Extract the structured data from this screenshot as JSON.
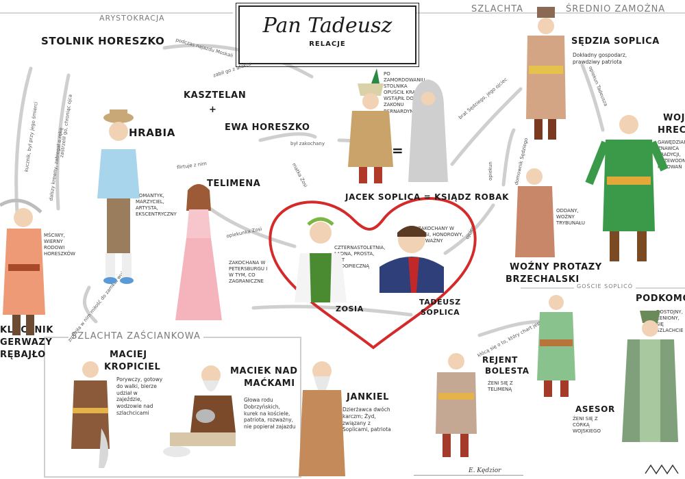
{
  "title": {
    "main": "Pan Tadeusz",
    "sub": "RELACJE"
  },
  "sections": {
    "arystokracja": "Arystokracja",
    "szlachta": "Szlachta",
    "srednio": "Średnio zamożna",
    "zasciankowa": "Szlachta zaściankowa",
    "goscie": "Goście Soplicó"
  },
  "characters": {
    "stolnik": {
      "name": "Stolnik Horeszko"
    },
    "kasztelan": {
      "name": "Kasztelan",
      "plus": "+",
      "name2": "Ewa Horeszko"
    },
    "hrabia": {
      "name": "Hrabia",
      "note": "Romantyk, marzyciel, artysta, ekscentryczny"
    },
    "telimena": {
      "name": "Telimena",
      "note": "Zakochana w Petersburgu i w tym, co zagraniczne"
    },
    "gerwazy": {
      "name_l1": "Klucznik",
      "name_l2": "Gerwazy",
      "name_l3": "Rębajło",
      "note": "Mściwy, wierny rodowi Horeszków"
    },
    "jacek": {
      "name": "Jacek Soplica = Ksiądz Robak",
      "eq": "=",
      "note": "Po zamordowaniu Stolnika opuścił kraj i wstąpił do zakonu Bernardynów"
    },
    "zosia": {
      "name": "Zosia",
      "note": "Czternastoletnia, ładna, prosta, jest podopieczną"
    },
    "tadeusz": {
      "name_l1": "Tadeusz",
      "name_l2": "Soplica",
      "note": "Zakochany w Zosi, honorowy, odważny"
    },
    "sedzia": {
      "name": "Sędzia Soplica",
      "note": "Dokładny gospodarz, prawdziwy patriota"
    },
    "wojski": {
      "name_l1": "Wojs",
      "name_l2": "Hrecz",
      "note": "Gawędziarz, znawca tradycji, przewodnik polowań"
    },
    "wozny": {
      "name_l1": "Woźny Protazy",
      "name_l2": "Brzechalski",
      "note": "Oddany, woźny trybunału"
    },
    "podkomorzy": {
      "name": "Podkomorz",
      "note": "Dostojny, ceniony, się szlachcie"
    },
    "rejent": {
      "name_l1": "Rejent",
      "name_l2": "Bolesta",
      "note": "Żeni się z Telimeną"
    },
    "asesor": {
      "name": "Asesor",
      "note": "Żeni się z córką Wojskiego"
    },
    "maciej": {
      "name_l1": "Maciej",
      "name_l2": "Kropiciel",
      "note": "Porywczy, gotowy do walki, bierze udział w zajeździe, wodzowie nad szlachcicami"
    },
    "maciek": {
      "name_l1": "Maciek nad",
      "name_l2": "Maćkami",
      "note": "Głowa rodu Dobrzyńskich, kurek na kościele, patriota, rozważny, nie popierał zajazdu"
    },
    "jankiel": {
      "name": "Jankiel",
      "note": "Dzierżawca dwóch karczm; Żyd, związany z Soplicami, patriota"
    }
  },
  "relations": {
    "r1": "podczas najazdu Moskali",
    "r2": "zabił go z afektu",
    "r3": "był zakochany",
    "r4": "flirtuje z nim",
    "r5": "opiekunka Zosi",
    "r6": "matka Zosi",
    "r7": "brat Sędziego, jego ojciec",
    "r8": "domownik Sędziego",
    "r9": "ojciec",
    "r10": "opiekun",
    "r11": "opiekun Tadeusza",
    "r12": "dalszy krewny, zabiegał o rękę",
    "r13": "zrodziła w nim miłość do zamku, wuj do",
    "r14": "kłócą się o to, który chart jest lepszy",
    "r15": "zastrzelił go, chroniąc ojca",
    "r16": "kucznik, był przy jego śmierci"
  },
  "signature": "E. Kędzior",
  "colors": {
    "heart": "#d42a2a",
    "arrow": "#c9c9c9",
    "accent": "#222222"
  }
}
